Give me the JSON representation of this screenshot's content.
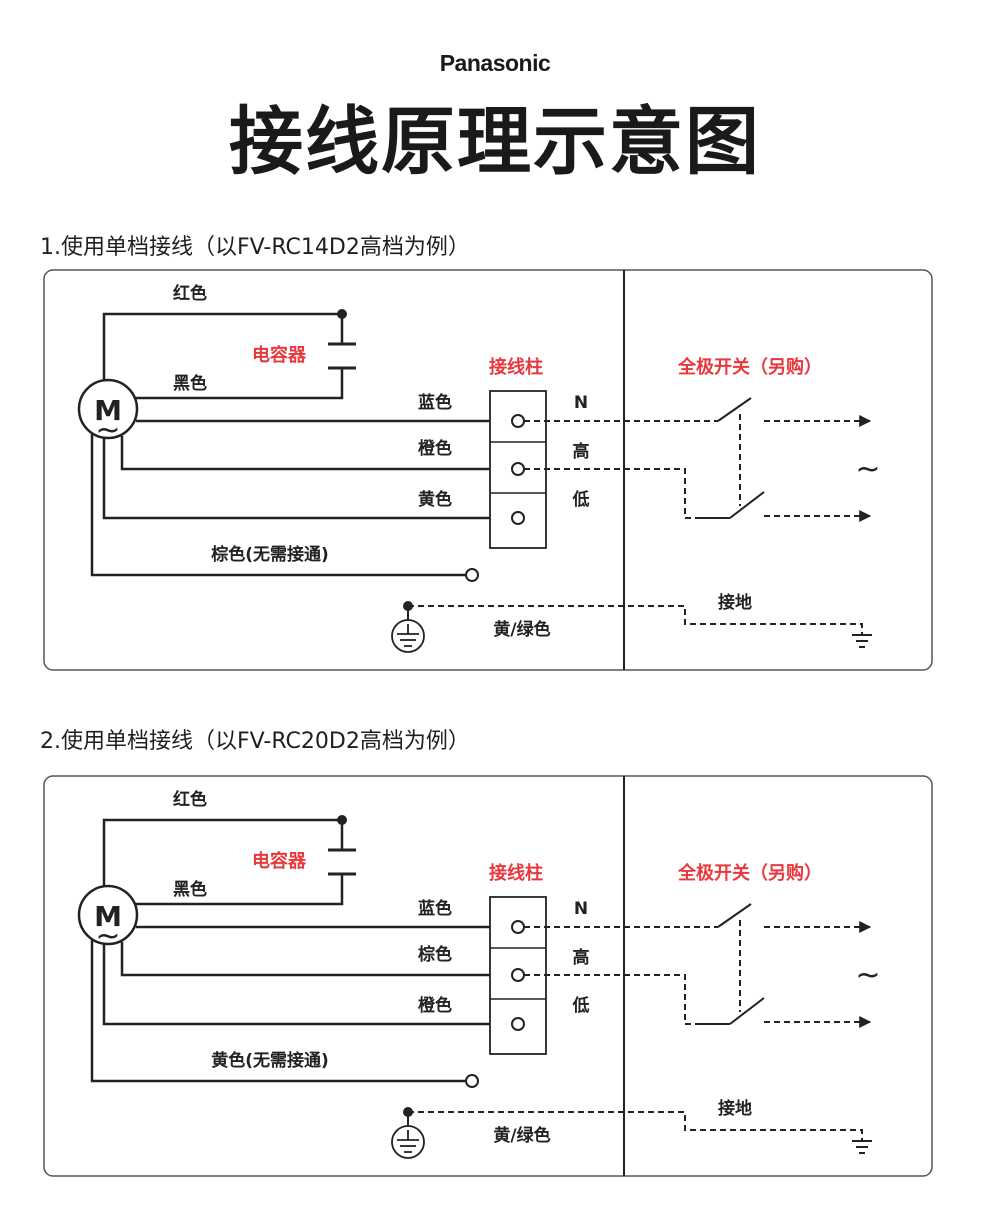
{
  "header": {
    "brand": "Panasonic",
    "title": "接线原理示意图"
  },
  "diagrams": [
    {
      "heading": "1.使用单档接线（以FV-RC14D2高档为例）",
      "labels": {
        "red_wire": "红色",
        "capacitor": "电容器",
        "black_wire": "黑色",
        "motor": "M",
        "motor_ac": "~",
        "terminal_block": "接线柱",
        "wire_n": "蓝色",
        "wire_high": "橙色",
        "wire_low": "黄色",
        "wire_unused": "棕色(无需接通)",
        "ground_wire": "黄/绿色",
        "terminal_n": "N",
        "terminal_high": "高",
        "terminal_low": "低",
        "switch": "全极开关（另购）",
        "ac_source": "~",
        "earth": "接地"
      }
    },
    {
      "heading": "2.使用单档接线（以FV-RC20D2高档为例）",
      "labels": {
        "red_wire": "红色",
        "capacitor": "电容器",
        "black_wire": "黑色",
        "motor": "M",
        "motor_ac": "~",
        "terminal_block": "接线柱",
        "wire_n": "蓝色",
        "wire_high": "棕色",
        "wire_low": "橙色",
        "wire_unused": "黄色(无需接通)",
        "ground_wire": "黄/绿色",
        "terminal_n": "N",
        "terminal_high": "高",
        "terminal_low": "低",
        "switch": "全极开关（另购）",
        "ac_source": "~",
        "earth": "接地"
      }
    }
  ],
  "colors": {
    "accent_red": "#e8383d",
    "line": "#222222",
    "frame": "#555555"
  }
}
